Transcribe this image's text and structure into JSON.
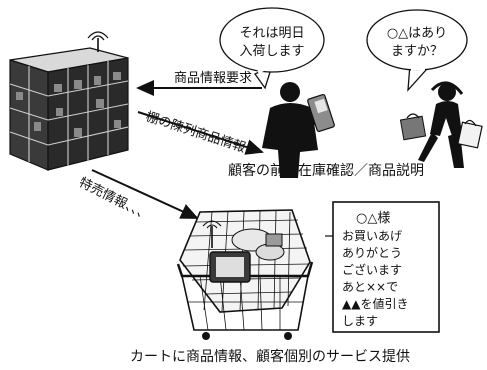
{
  "colors": {
    "ink": "#111111",
    "screen": "#555555",
    "paper": "#ffffff"
  },
  "bubbles": {
    "clerk": {
      "line1": "それは明日",
      "line2": "入荷します"
    },
    "customer": {
      "line1": "○△はあり",
      "line2": "ますか？"
    }
  },
  "arrows": {
    "request": "商品情報要求",
    "shelf_info": "棚の陳列商品情報",
    "sale_info": "特売情報、、、"
  },
  "scene_caption": "顧客の前で在庫確認／商品説明",
  "cart_screen": {
    "lines": [
      "○△様",
      "お買いあげ",
      "ありがとう",
      "ございます",
      "あと××で",
      "▲▲を値引き",
      "します"
    ]
  },
  "footer_caption": "カートに商品情報、顧客個別のサービス提供",
  "icons": [
    "store-shelf-icon",
    "clerk-with-device-icon",
    "customer-with-bags-icon",
    "shopping-cart-icon",
    "cart-display-terminal-icon",
    "antenna-icon"
  ]
}
